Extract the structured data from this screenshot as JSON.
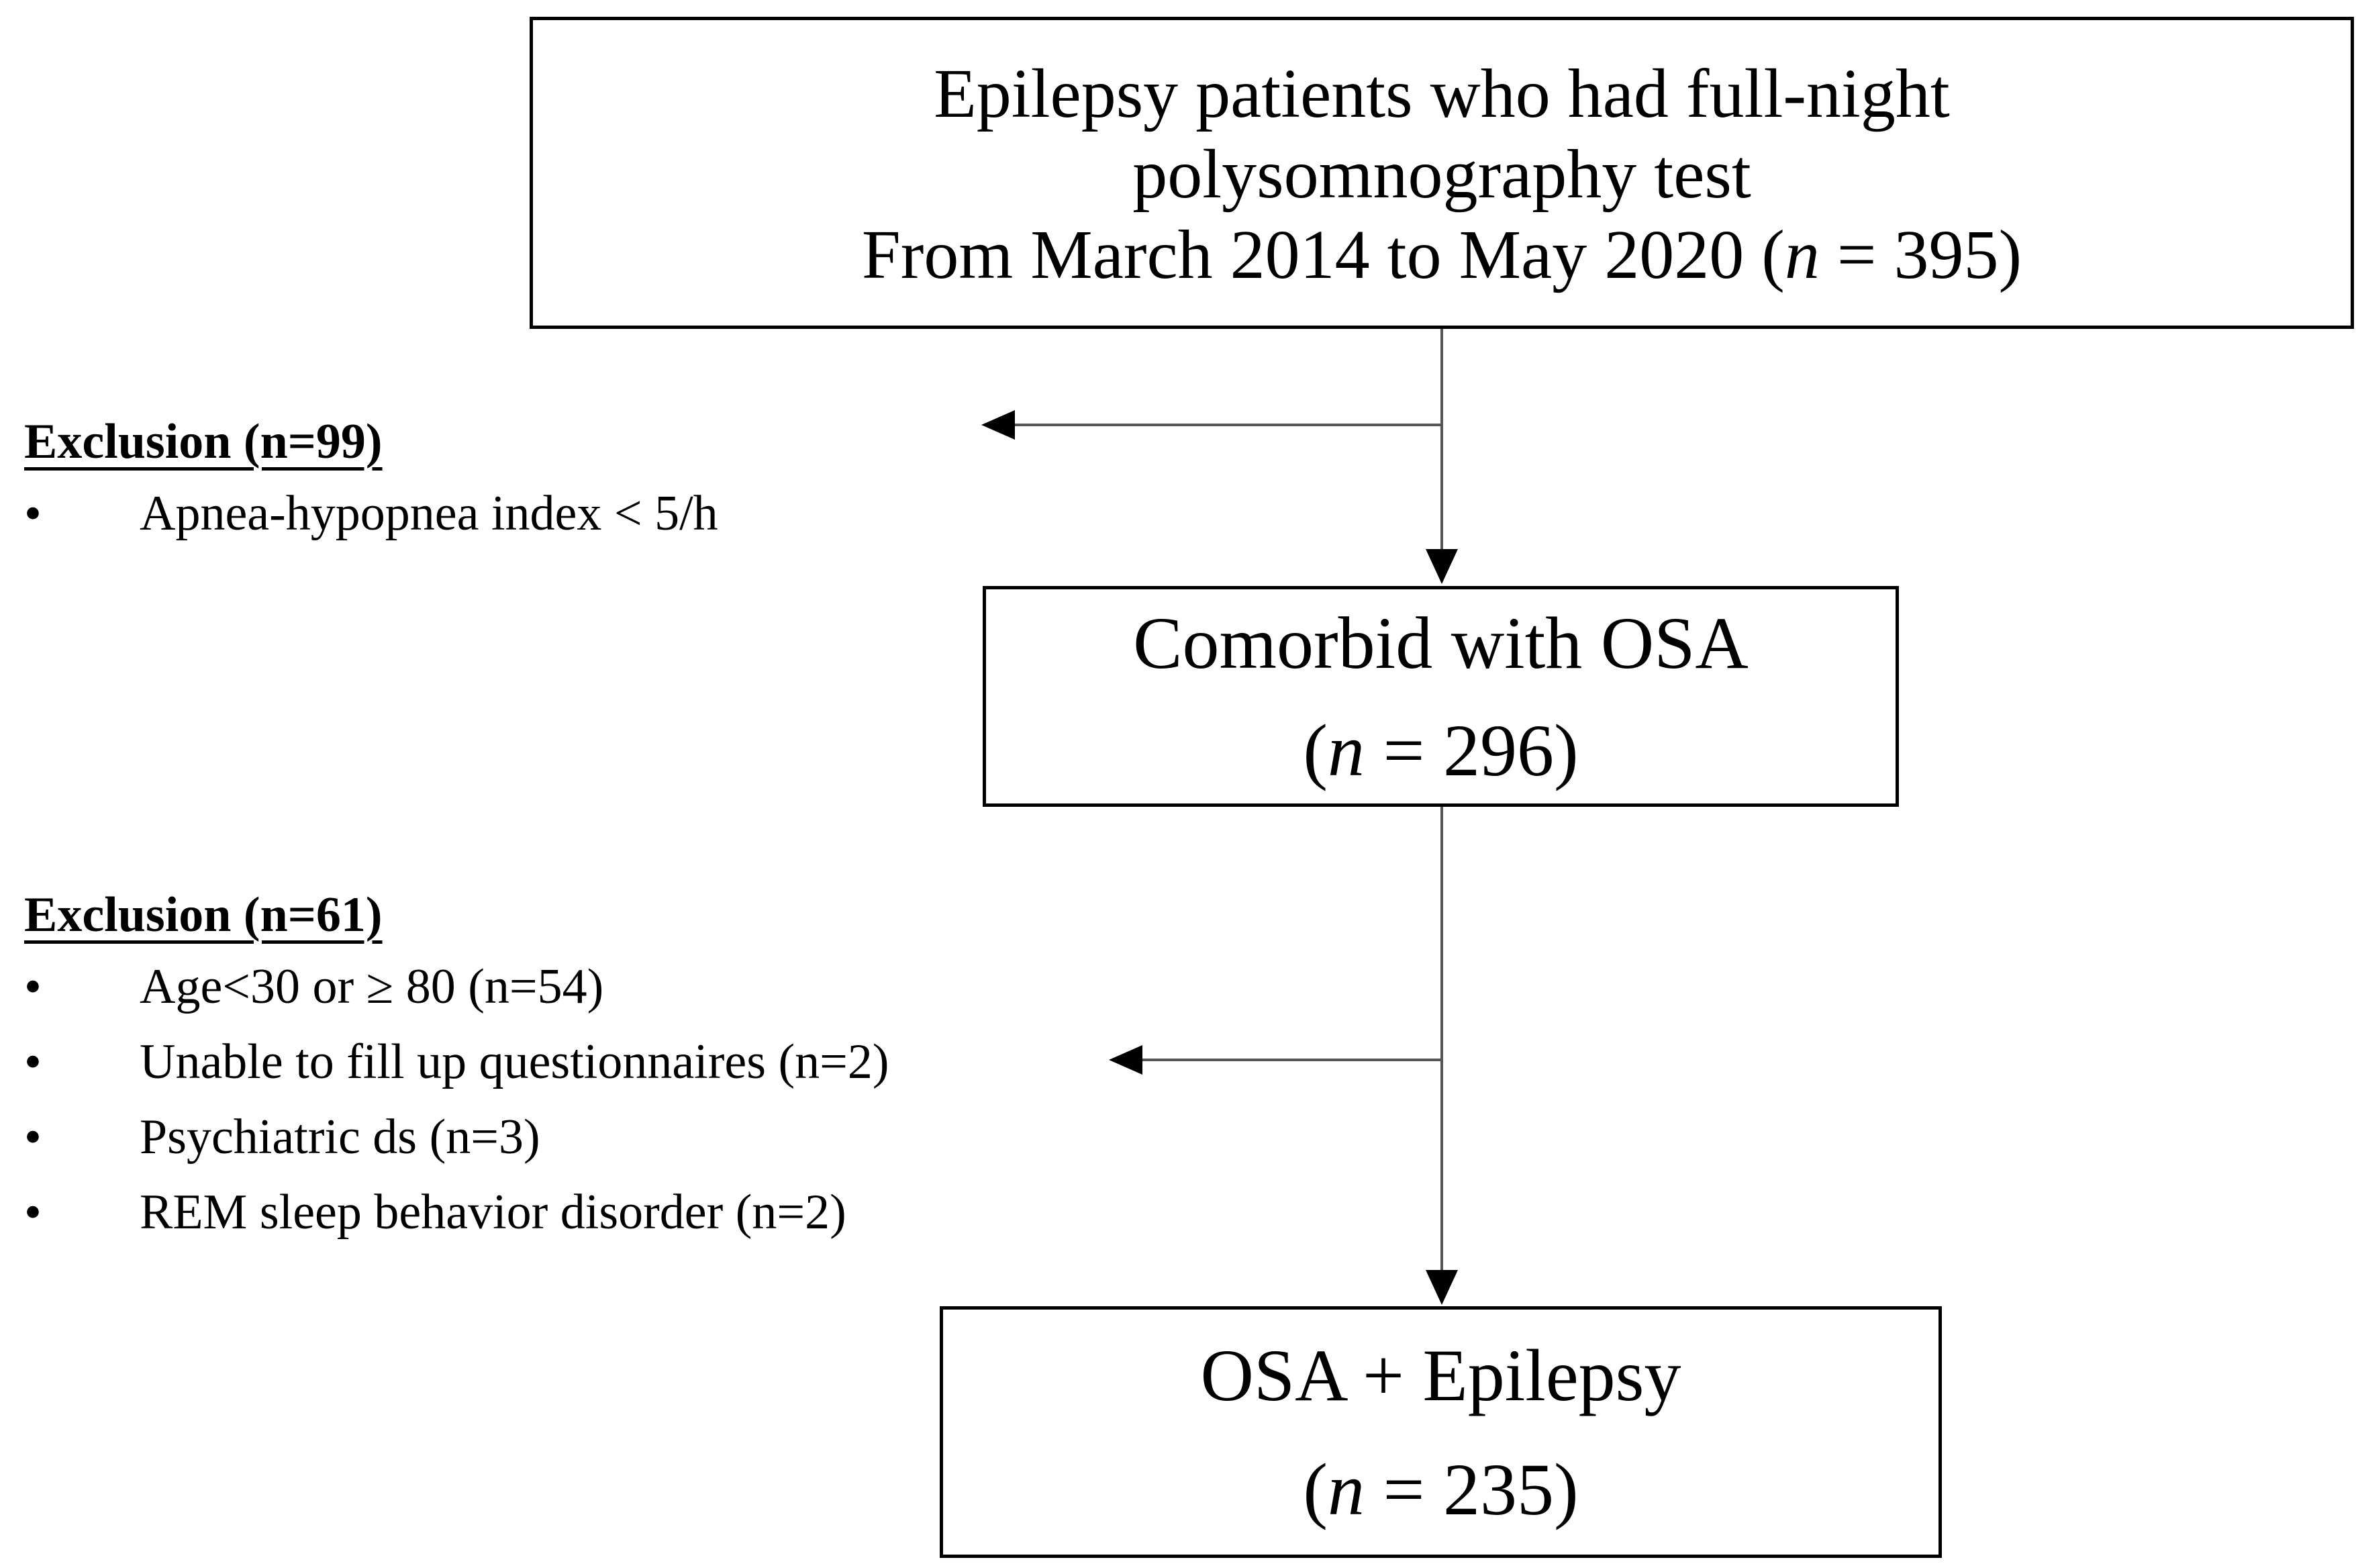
{
  "boxes": {
    "top": {
      "line1": "Epilepsy patients who had full-night",
      "line2": "polysomnography test",
      "line3_prefix": "From March 2014 to May 2020  (",
      "n_symbol": "n",
      "line3_suffix": " = 395)"
    },
    "middle": {
      "line1": "Comorbid with OSA",
      "open_paren": "(",
      "n_symbol": "n",
      "count_suffix": " = 296)"
    },
    "bottom": {
      "line1": "OSA + Epilepsy",
      "open_paren": "(",
      "n_symbol": "n",
      "count_suffix": " = 235)"
    }
  },
  "exclusions": [
    {
      "heading": "Exclusion (n=99)",
      "items": [
        {
          "bullet": "•",
          "text": "Apnea-hypopnea index < 5/h"
        }
      ]
    },
    {
      "heading": "Exclusion (n=61)",
      "items": [
        {
          "bullet": "•",
          "text": "Age<30 or ≥ 80 (n=54)"
        },
        {
          "bullet": "•",
          "text": "Unable to fill up questionnaires (n=2)"
        },
        {
          "bullet": "•",
          "text": "Psychiatric ds (n=3)"
        },
        {
          "bullet": "•",
          "text": "REM sleep behavior disorder (n=2)"
        }
      ]
    }
  ],
  "colors": {
    "line": "#555555",
    "border": "#000000",
    "text": "#000000"
  }
}
